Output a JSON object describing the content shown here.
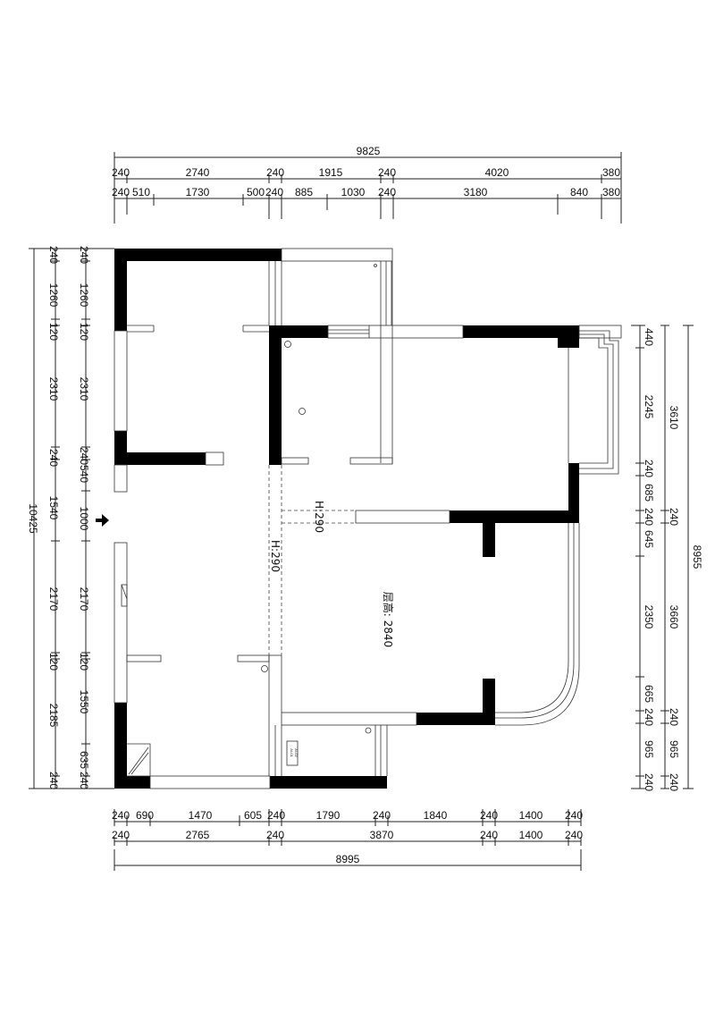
{
  "drawing": {
    "top_total": "9825",
    "top_row1": [
      "240",
      "2740",
      "240",
      "1915",
      "240",
      "4020",
      "380"
    ],
    "top_row2": [
      "240",
      "510",
      "1730",
      "500",
      "240",
      "885",
      "1030",
      "240",
      "3180",
      "840",
      "380"
    ],
    "bottom_row1": [
      "240",
      "690",
      "1470",
      "605",
      "240",
      "1790",
      "240",
      "1840",
      "240",
      "1400",
      "240"
    ],
    "bottom_row2": [
      "240",
      "2765",
      "240",
      "3870",
      "240",
      "1400",
      "240"
    ],
    "bottom_total": "8995",
    "left_total": "10425",
    "left_outer": [
      "240",
      "1260",
      "120",
      "2310",
      "240",
      "1540",
      "2170",
      "120",
      "2185",
      "240"
    ],
    "left_inner": [
      "240",
      "1260",
      "120",
      "2310",
      "240",
      "540",
      "1000",
      "2170",
      "120",
      "1550",
      "635",
      "240"
    ],
    "right_inner": [
      "440",
      "2245",
      "240",
      "685",
      "240",
      "645",
      "2350",
      "665",
      "240",
      "965",
      "240"
    ],
    "right_outer_a": [
      "3610",
      "240"
    ],
    "right_outer_b": [
      "3660",
      "240",
      "965",
      "240"
    ],
    "right_total": "8955",
    "beam_label_1": "H:290",
    "beam_label_2": "H:290",
    "ceiling_height": "层高: 2840",
    "panel_label": [
      "AI-01",
      "AI-02"
    ]
  }
}
